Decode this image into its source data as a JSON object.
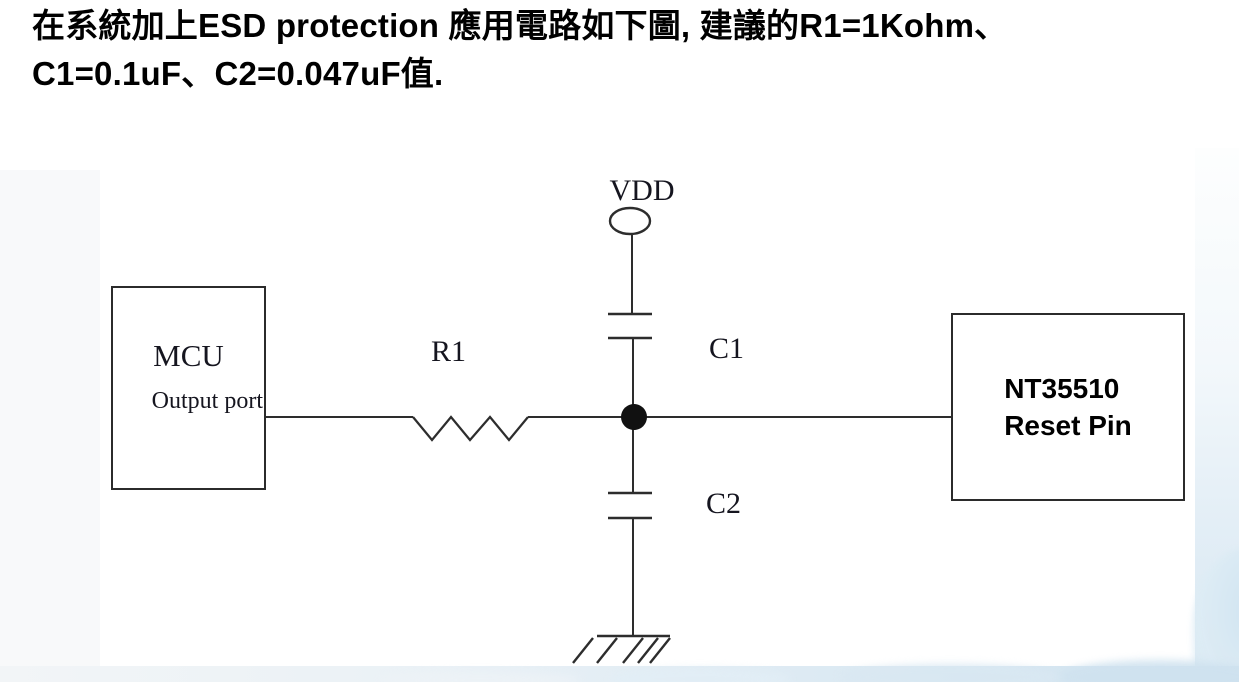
{
  "page": {
    "title_line1": "在系統加上ESD protection 應用電路如下圖, 建議的R1=1Kohm、",
    "title_line2": "C1=0.1uF、C2=0.047uF值."
  },
  "diagram": {
    "mcu_box": {
      "name": "MCU",
      "port": "Output port"
    },
    "driver_box": {
      "line1": "NT35510",
      "line2": "Reset Pin"
    },
    "labels": {
      "power": "VDD",
      "resistor": "R1",
      "capacitor1": "C1",
      "capacitor2": "C2"
    }
  },
  "colors": {
    "line": "#2d2d2d",
    "text": "#000000",
    "label_serif": "#15151f",
    "decoration_blue": "#cfe2ef"
  }
}
